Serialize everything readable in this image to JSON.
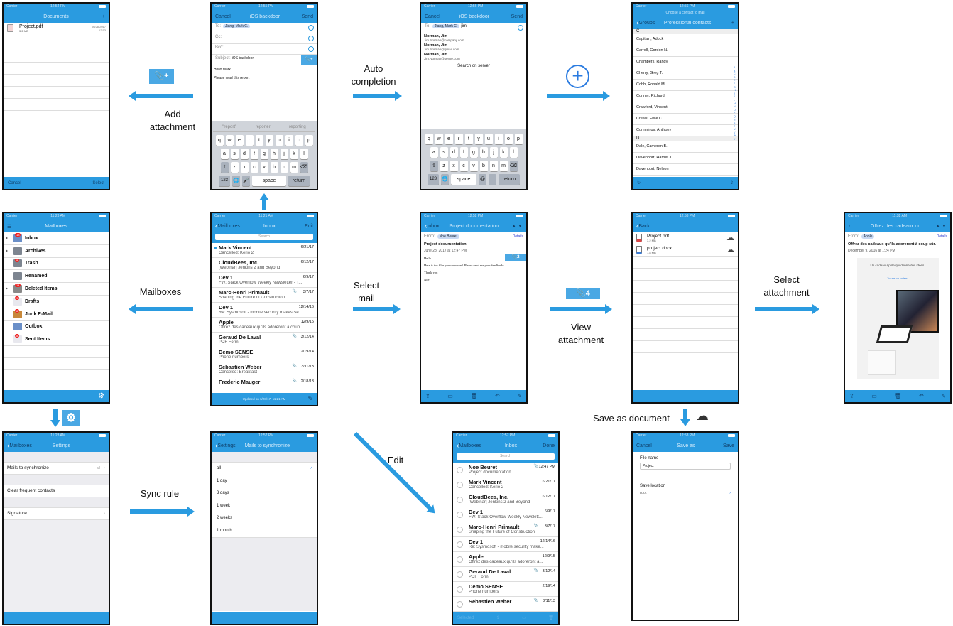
{
  "colors": {
    "accent": "#2a9be0",
    "arrow": "#2a9be0"
  },
  "labels": {
    "add_attachment": "Add attachment",
    "auto_completion": "Auto completion",
    "mailboxes": "Mailboxes",
    "select_mail": "Select mail",
    "view_attachment": "View attachment",
    "select_attachment": "Select attachment",
    "save_as_document": "Save as document",
    "sync_rule": "Sync rule",
    "edit": "Edit",
    "attach_count": "4"
  },
  "screens": {
    "documents": {
      "time": "12:54 PM",
      "title": "Documents",
      "right": "+",
      "file": {
        "name": "Project.pdf",
        "size": "3.2 MB",
        "date": "06/28/2017",
        "time": "12:53"
      },
      "bottom_left": "Cancel",
      "bottom_right": "Select"
    },
    "compose": {
      "time": "12:55 PM",
      "left": "Cancel",
      "title": "iOS backdoor",
      "right": "Send",
      "to_label": "To:",
      "to": "Jiang, Mark C.",
      "cc": "Cc:",
      "bcc": "Bcc:",
      "subject_label": "Subject:",
      "subject": "iOS backdoor",
      "body": [
        "Hello Mark",
        "Please read this report"
      ],
      "suggestions": [
        "\"report\"",
        "reporter",
        "reporting"
      ],
      "keys": [
        [
          "q",
          "w",
          "e",
          "r",
          "t",
          "y",
          "u",
          "i",
          "o",
          "p"
        ],
        [
          "a",
          "s",
          "d",
          "f",
          "g",
          "h",
          "j",
          "k",
          "l"
        ],
        [
          "⇧",
          "z",
          "x",
          "c",
          "v",
          "b",
          "n",
          "m",
          "⌫"
        ],
        [
          "123",
          "🌐",
          "🎤",
          "space",
          "return"
        ]
      ]
    },
    "autocomplete": {
      "time": "12:56 PM",
      "left": "Cancel",
      "title": "iOS backdoor",
      "right": "Send",
      "to_label": "To:",
      "to": "Jiang, Mark C.",
      "typed": "jim",
      "results": [
        {
          "name": "Norman, Jim",
          "email": "Jim.Norman@company.com"
        },
        {
          "name": "Norman, Jim",
          "email": "Jim.Norman@gmail.com"
        },
        {
          "name": "Norman, Jim",
          "email": "Jim.Norman@sense.com"
        }
      ],
      "search_server": "Search on server",
      "keys": [
        [
          "q",
          "w",
          "e",
          "r",
          "t",
          "y",
          "u",
          "i",
          "o",
          "p"
        ],
        [
          "a",
          "s",
          "d",
          "f",
          "g",
          "h",
          "j",
          "k",
          "l"
        ],
        [
          "⇧",
          "z",
          "x",
          "c",
          "v",
          "b",
          "n",
          "m",
          "⌫"
        ],
        [
          "123",
          "🌐",
          "space",
          "@",
          ".",
          "return"
        ]
      ]
    },
    "contacts": {
      "time": "12:56 PM",
      "subtitle": "Choose a contact to mail",
      "left": "Groups",
      "title": "Professional contacts",
      "right": "+",
      "sections": [
        {
          "letter": "C",
          "items": [
            "Capitain, Adock",
            "Carroll, Gordon N.",
            "Chambers, Randy",
            "Cherry, Greg T.",
            "Cobb, Ronald M.",
            "Conner, Richard",
            "Crawford, Vincent",
            "Crews, Elsie C.",
            "Cummings, Anthony"
          ]
        },
        {
          "letter": "D",
          "items": [
            "Dale, Cameron B.",
            "Davenport, Harriet J.",
            "Davenport, Nelson"
          ]
        }
      ],
      "index": "ABCDEFGHIJKLMNOPQRSTUVWY"
    },
    "mailboxes": {
      "time": "11:23 AM",
      "title": "Mailboxes",
      "items": [
        {
          "name": "Inbox",
          "badge": "13",
          "expand": true,
          "color": "#6a8fc8"
        },
        {
          "name": "Archives",
          "expand": true,
          "color": "#7d8590"
        },
        {
          "name": "Trash",
          "badge": "9",
          "color": "#7d8590"
        },
        {
          "name": "Renamed",
          "color": "#7d8590"
        },
        {
          "name": "Deleted Items",
          "badge": "14",
          "expand": true,
          "color": "#888"
        },
        {
          "name": "Drafts",
          "badge": "9",
          "color": "#e8e8ee"
        },
        {
          "name": "Junk E-Mail",
          "badge": "8",
          "color": "#c8883a"
        },
        {
          "name": "Outbox",
          "color": "#6a8fc8"
        },
        {
          "name": "Sent Items",
          "badge": "8",
          "color": "#e8e8ee"
        }
      ]
    },
    "inbox": {
      "time": "11:21 AM",
      "left": "Mailboxes",
      "title": "Inbox",
      "right": "Edit",
      "search": "Search",
      "mails": [
        {
          "from": "Mark Vincent",
          "subject": "Cancelled: Kerio 2",
          "date": "6/21/17",
          "unread": true
        },
        {
          "from": "CloudBees, Inc.",
          "subject": "[Webinar] Jenkins 2 and Beyond",
          "date": "6/12/17"
        },
        {
          "from": "Dev 1",
          "subject": "FW: Stack Overflow Weekly Newsletter - T...",
          "date": "6/9/17"
        },
        {
          "from": "Marc-Henri Primault",
          "subject": "Shaping the Future of Construction",
          "date": "3/7/17",
          "clip": true
        },
        {
          "from": "Dev 1",
          "subject": "Re: Sysmosoft - mobile security makes Se...",
          "date": "12/14/16"
        },
        {
          "from": "Apple",
          "subject": "Offrez des cadeaux qu'ils adoreront à coup...",
          "date": "12/9/15"
        },
        {
          "from": "Geraud De Laval",
          "subject": "PDF Form",
          "date": "3/12/14",
          "clip": true
        },
        {
          "from": "Demo SENSE",
          "subject": "Phone numbers",
          "date": "2/19/14"
        },
        {
          "from": "Sebastien Weber",
          "subject": "Canceled: Breakfast",
          "date": "3/11/13",
          "clip": true
        },
        {
          "from": "Frederic Mauger",
          "subject": "",
          "date": "2/18/13",
          "clip": true
        }
      ],
      "updated": "Updated on 6/28/17, 11:21 AM"
    },
    "mail": {
      "time": "12:52 PM",
      "left": "Inbox",
      "title": "Project documentation",
      "from_label": "From:",
      "from": "Noe Beuret",
      "details": "Details",
      "subject": "Project documentation",
      "date": "June 28, 2017 at 12:47 PM",
      "attachments": "2",
      "body": [
        "Hello",
        "Here is the files you requested. Please send me your feedbacks.",
        "Thank you",
        "Noe"
      ]
    },
    "attachments": {
      "time": "12:53 PM",
      "left": "Back",
      "files": [
        {
          "name": "Project.pdf",
          "size": "3.2 MB",
          "color": "#d44"
        },
        {
          "name": "project.docx",
          "size": "1.8 MB",
          "color": "#3a7bd5"
        }
      ]
    },
    "apple": {
      "time": "11:32 AM",
      "title": "Offrez des cadeaux qu...",
      "from_label": "From:",
      "from": "Apple",
      "details": "Details",
      "subject": "Offrez des cadeaux qu'ils adoreront à coup sûr.",
      "date": "December 9, 2016 at 1:24 PM",
      "promo": "Un cadeau Apple qui donne des idées.",
      "promo_link": "Trouver un cadeau"
    },
    "settings": {
      "time": "11:23 AM",
      "left": "Mailboxes",
      "title": "Settings",
      "rows": [
        {
          "label": "Mails to synchronize",
          "value": "all",
          "chevron": true
        },
        {
          "label": "Clear frequent contacts"
        },
        {
          "label": "Signature",
          "chevron": true
        }
      ]
    },
    "sync": {
      "time": "12:57 PM",
      "left": "Settings",
      "title": "Mails to synchronize",
      "options": [
        "all",
        "1 day",
        "3 days",
        "1 week",
        "2 weeks",
        "1 month"
      ],
      "selected": "all"
    },
    "edit": {
      "time": "12:57 PM",
      "left": "Mailboxes",
      "title": "Inbox",
      "right": "Done",
      "search": "Search",
      "mails": [
        {
          "from": "Noe Beuret",
          "subject": "Project documentation",
          "date": "12:47 PM",
          "clip": true
        },
        {
          "from": "Mark Vincent",
          "subject": "Cancelled: Kerio 2",
          "date": "6/21/17"
        },
        {
          "from": "CloudBees, Inc.",
          "subject": "[Webinar] Jenkins 2 and Beyond",
          "date": "6/12/17"
        },
        {
          "from": "Dev 1",
          "subject": "FW: Stack Overflow Weekly Newslett...",
          "date": "6/9/17"
        },
        {
          "from": "Marc-Henri Primault",
          "subject": "Shaping the Future of Construction",
          "date": "3/7/17",
          "clip": true
        },
        {
          "from": "Dev 1",
          "subject": "Re: Sysmosoft - mobile security make...",
          "date": "12/14/16"
        },
        {
          "from": "Apple",
          "subject": "Offrez des cadeaux qu'ils adoreront à...",
          "date": "12/9/15"
        },
        {
          "from": "Geraud De Laval",
          "subject": "PDF Form",
          "date": "3/12/14",
          "clip": true
        },
        {
          "from": "Demo SENSE",
          "subject": "Phone numbers",
          "date": "2/19/14"
        },
        {
          "from": "Sebastien Weber",
          "subject": "",
          "date": "3/11/13",
          "clip": true
        }
      ],
      "selected": "Selected"
    },
    "saveas": {
      "time": "12:53 PM",
      "left": "Cancel",
      "title": "Save as",
      "right": "Save",
      "file_label": "File name",
      "file_value": "Project",
      "location_label": "Save location",
      "location": "root"
    }
  }
}
